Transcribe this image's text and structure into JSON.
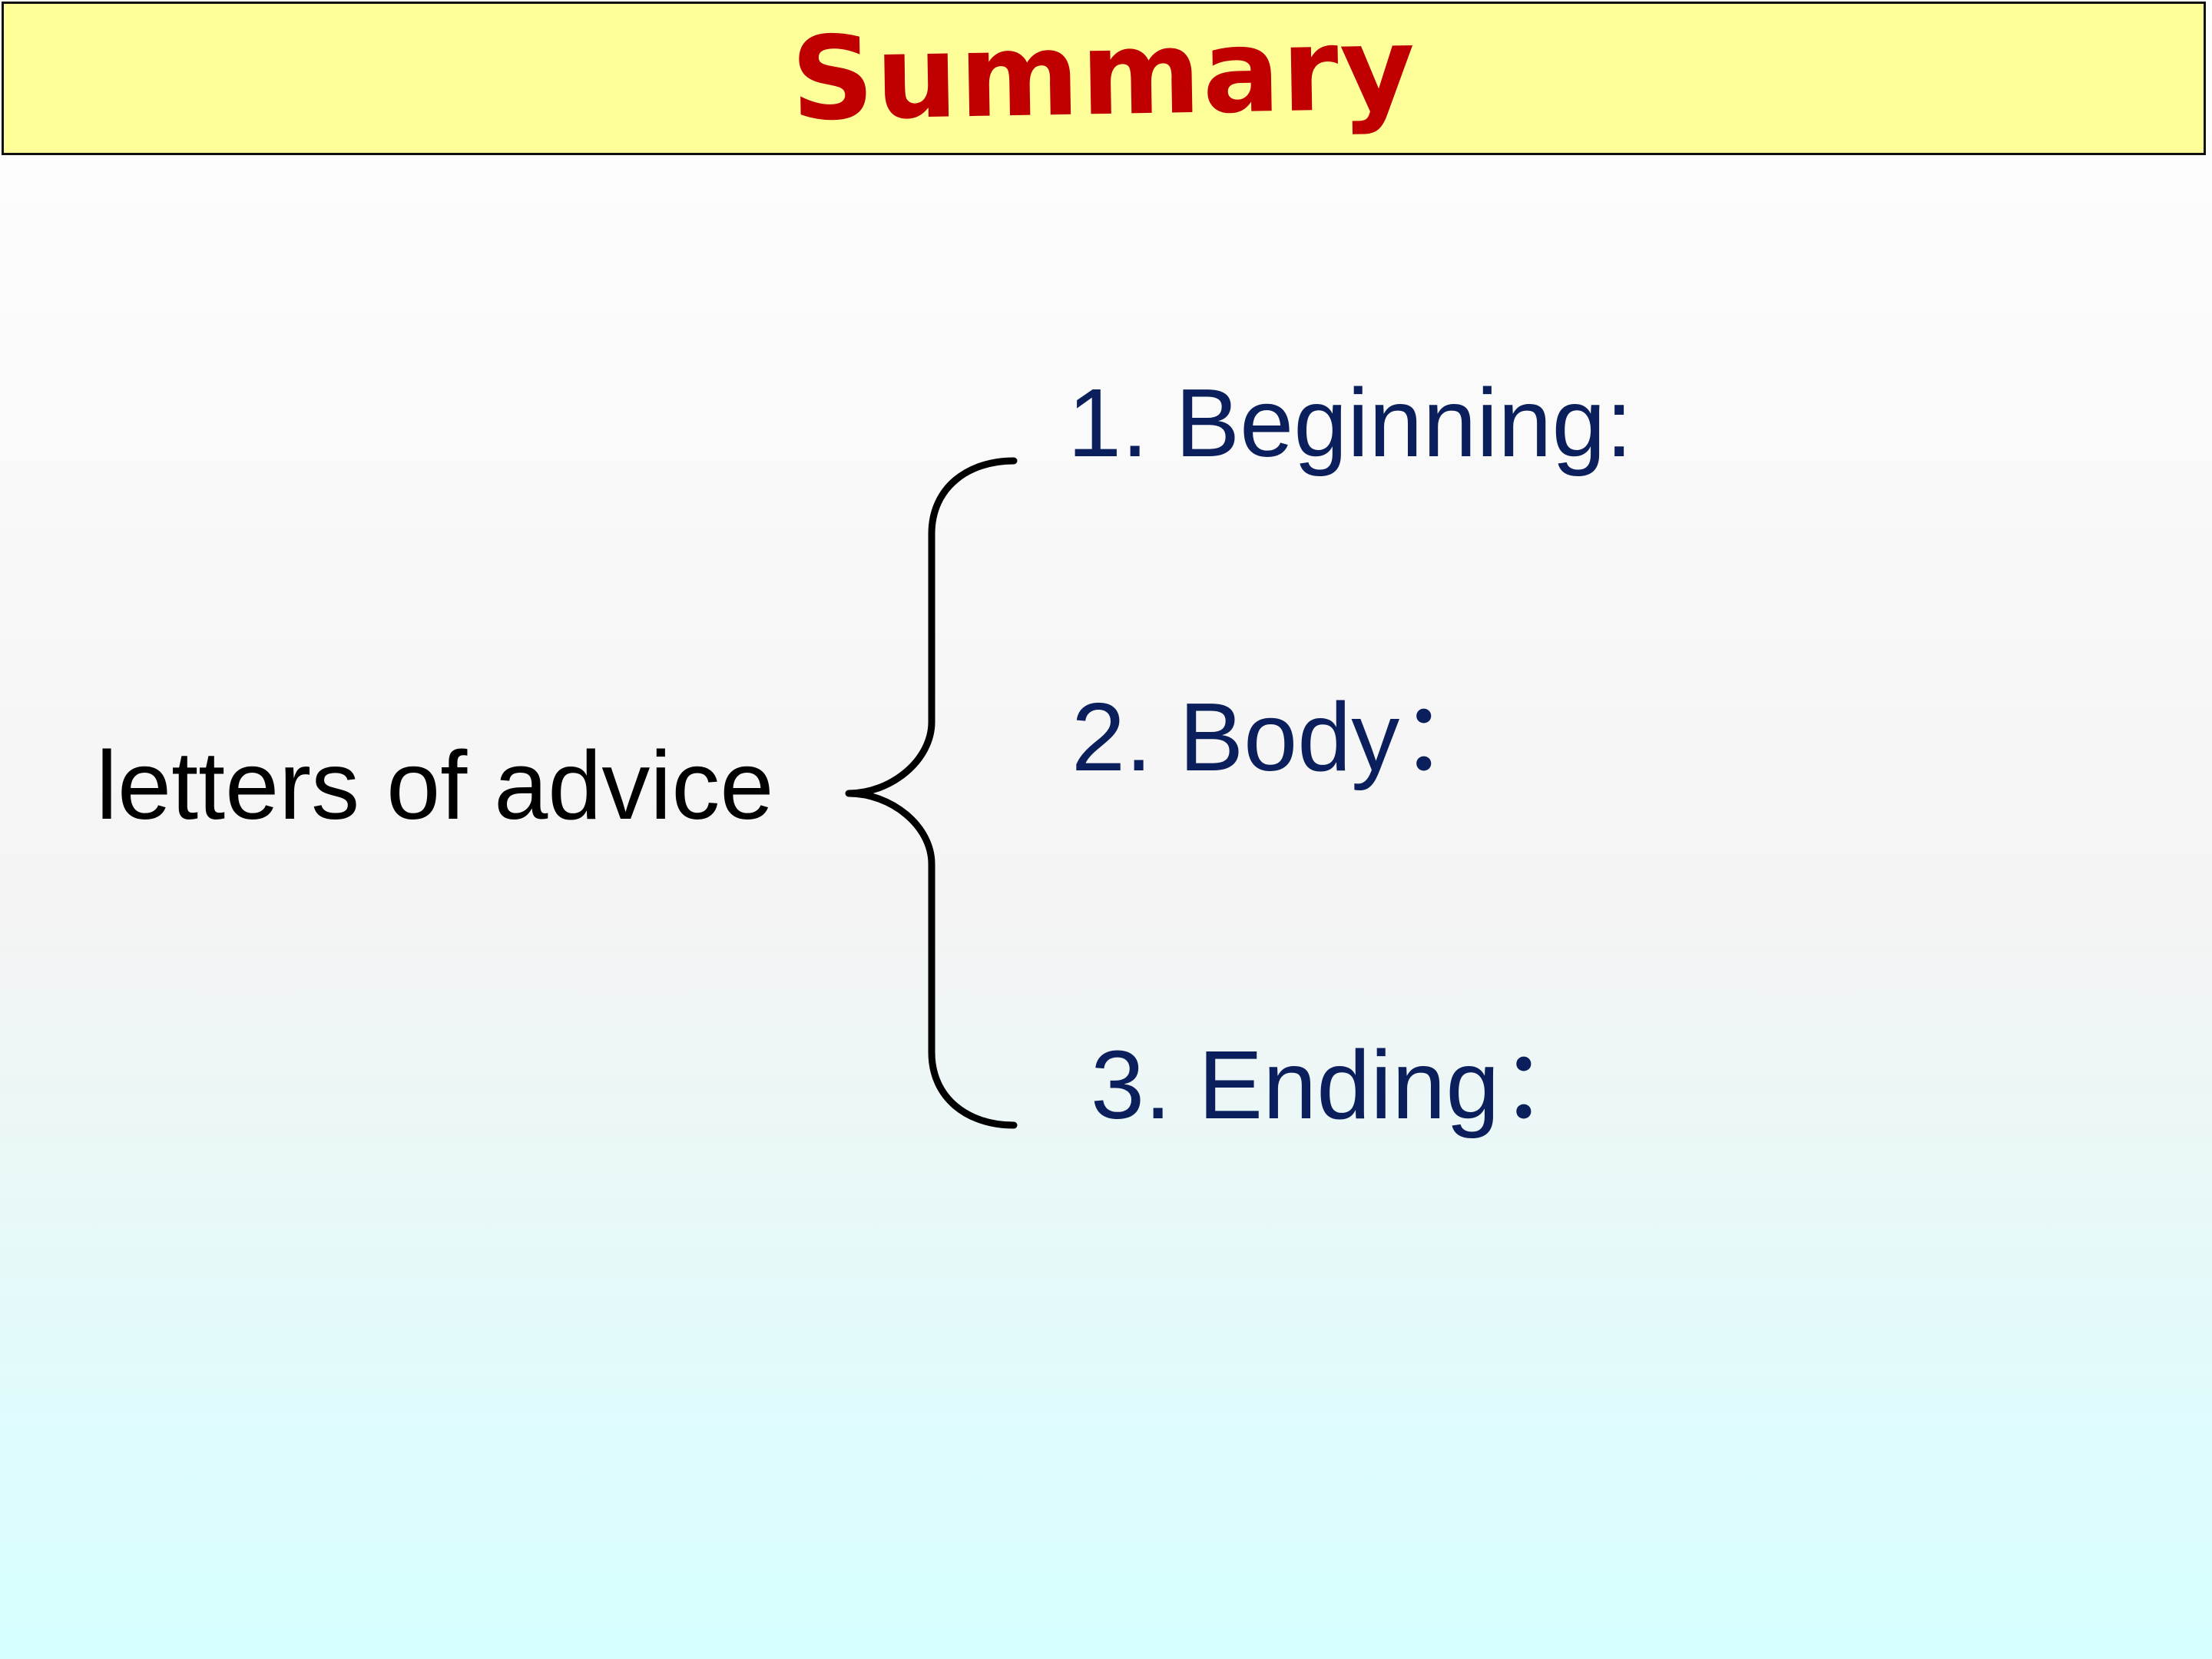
{
  "slide": {
    "title": "Summary",
    "topic": "letters of advice",
    "items": [
      {
        "label": "1. Beginning:"
      },
      {
        "label": "2. Body："
      },
      {
        "label": "3. Ending："
      }
    ]
  },
  "colors": {
    "title_bar_bg": "#ffff99",
    "title_text": "#c00000",
    "item_text": "#0a1f5c",
    "topic_text": "#000000"
  }
}
